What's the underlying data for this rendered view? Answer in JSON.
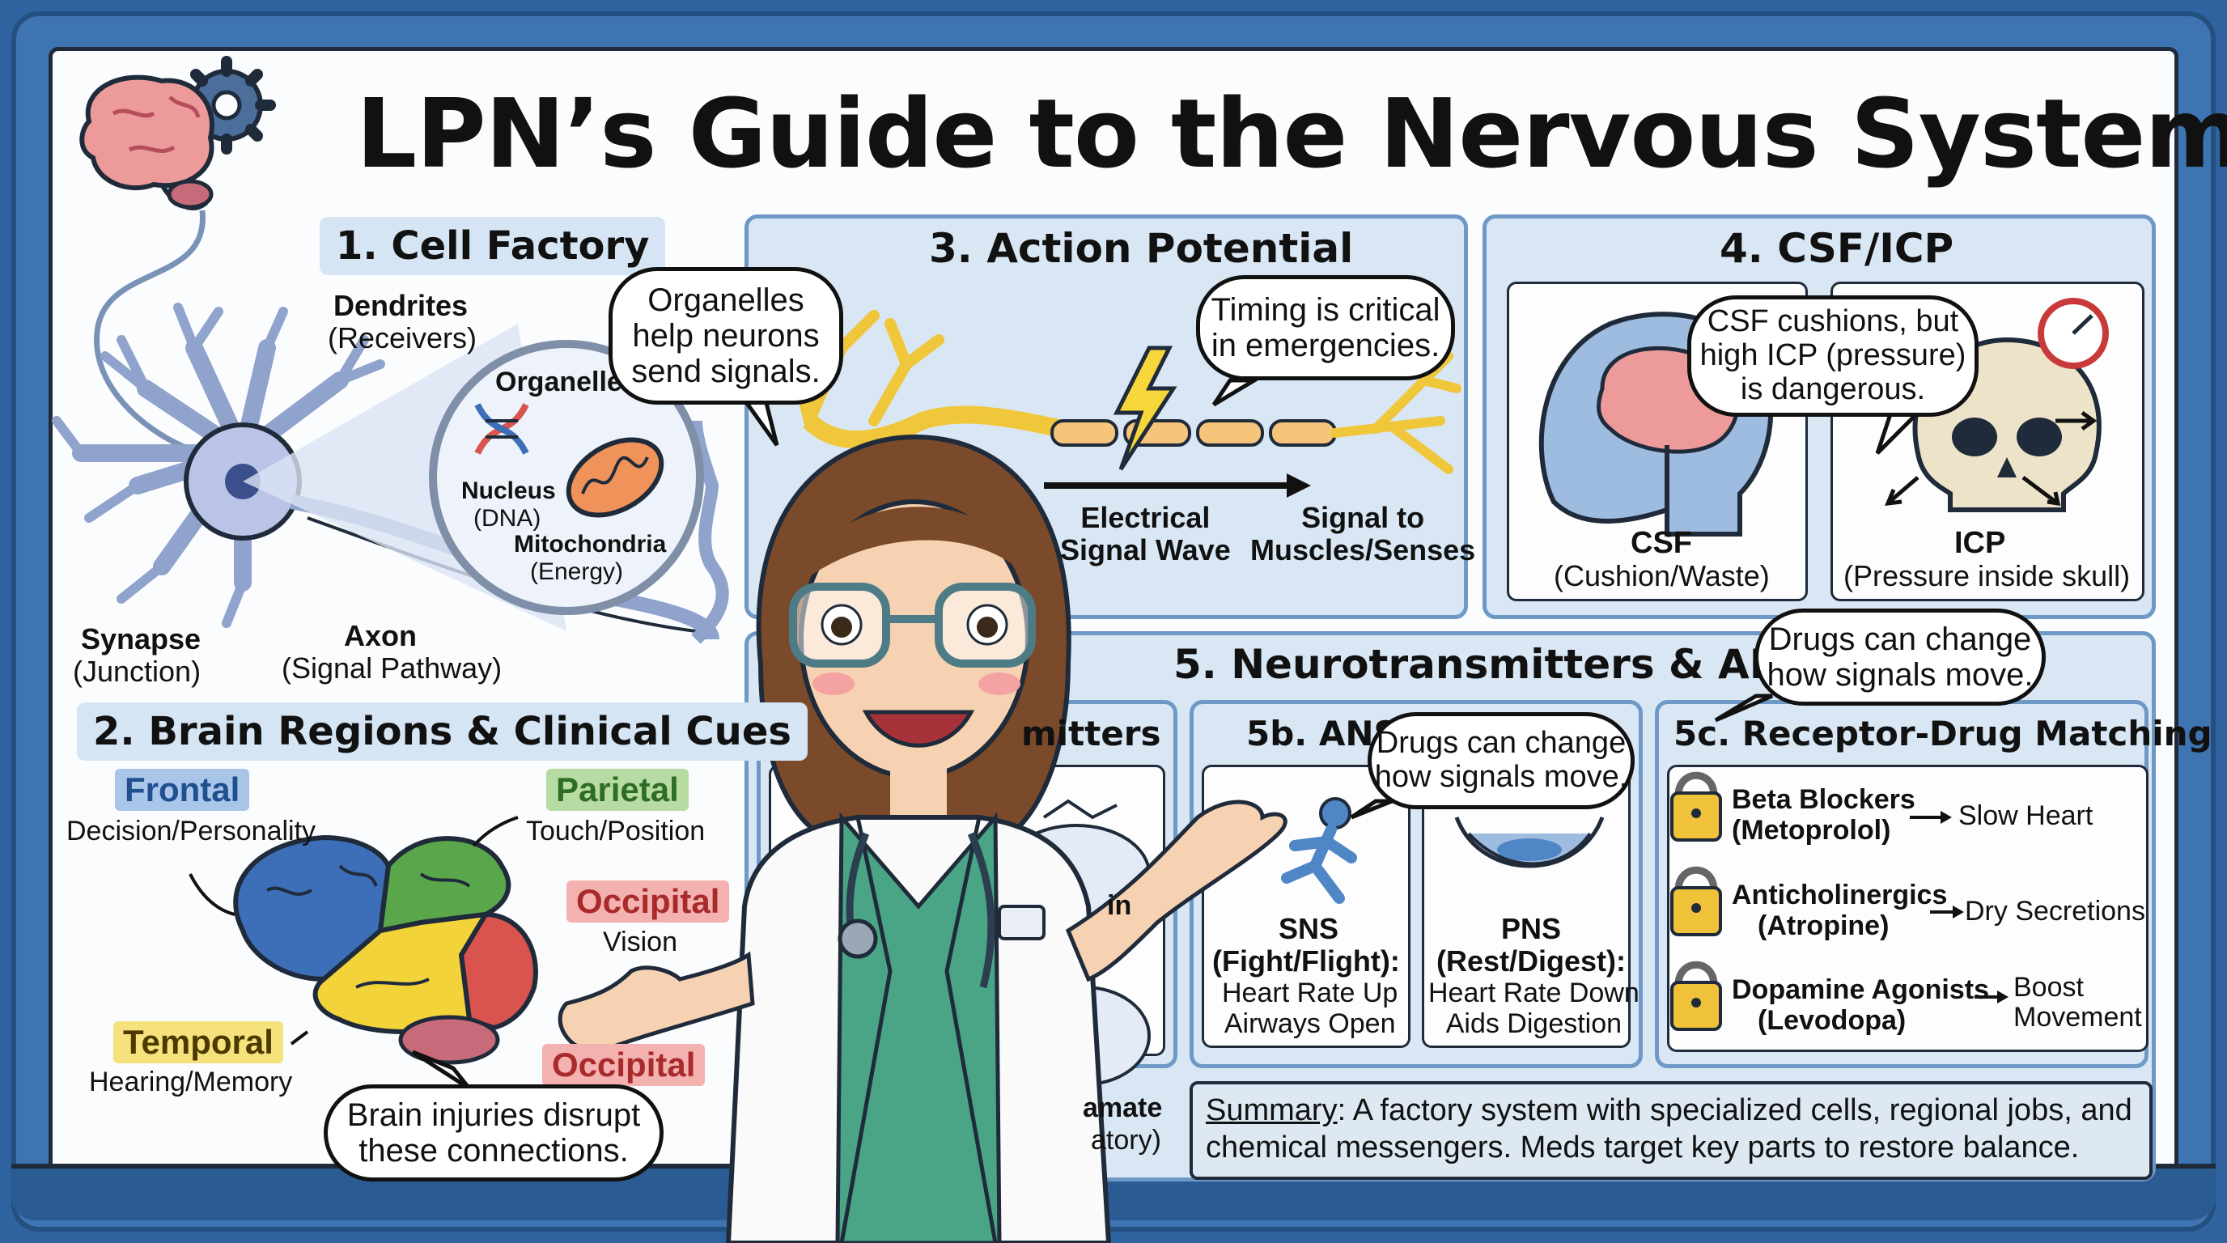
{
  "title": "LPN’s Guide to the Nervous System",
  "cell_factory": {
    "heading": "1. Cell Factory",
    "dendrites": "Dendrites",
    "dendrites_sub": "(Receivers)",
    "organelles": "Organelles",
    "nucleus": "Nucleus",
    "nucleus_sub": "(DNA)",
    "mitochondria": "Mitochondria",
    "mitochondria_sub": "(Energy)",
    "synapse": "Synapse",
    "synapse_sub": "(Junction)",
    "axon": "Axon",
    "axon_sub": "(Signal Pathway)",
    "bubble": "Organelles\nhelp neurons\nsend signals."
  },
  "brain_regions": {
    "heading": "2. Brain Regions & Clinical Cues",
    "frontal": "Frontal",
    "frontal_desc": "Decision/Personality",
    "parietal": "Parietal",
    "parietal_desc": "Touch/Position",
    "occipital": "Occipital",
    "occipital_desc": "Vision",
    "temporal": "Temporal",
    "temporal_desc": "Hearing/Memory",
    "occipital_lower": "Occipital",
    "bubble": "Brain injuries disrupt\nthese connections."
  },
  "action_potential": {
    "heading": "3. Action Potential",
    "bubble": "Timing is critical\nin emergencies.",
    "wave": "Electrical\nSignal Wave",
    "signal": "Signal to\nMuscles/Senses"
  },
  "csf_icp": {
    "heading": "4. CSF/ICP",
    "bubble": "CSF cushions, but\nhigh ICP (pressure)\nis dangerous.",
    "csf": "CSF",
    "csf_sub": "(Cushion/Waste)",
    "icp": "ICP",
    "icp_sub": "(Pressure inside skull)"
  },
  "neuro_ans": {
    "heading": "5. Neurotransmitters & ANS",
    "top_bubble": "Drugs can change\nhow signals move.",
    "sub_a_heading": "mitters",
    "sub_a_partial": "in",
    "sub_a_glut": "amate",
    "sub_a_glut_sub": "atory)",
    "sub_b_heading": "5b. ANS",
    "sub_b_bubble": "Drugs can change\nhow signals move.",
    "sns": "SNS",
    "sns_sub": "(Fight/Flight):",
    "sns_desc": "Heart Rate Up\nAirways Open",
    "pns": "PNS",
    "pns_sub": "(Rest/Digest):",
    "pns_desc": "Heart Rate Down\nAids Digestion",
    "sub_c_heading": "5c. Receptor-Drug Matching",
    "drugs": [
      {
        "name": "Beta Blockers",
        "example": "(Metoprolol)",
        "effect": "Slow Heart"
      },
      {
        "name": "Anticholinergics",
        "example": "(Atropine)",
        "effect": "Dry Secretions"
      },
      {
        "name": "Dopamine Agonists",
        "example": "(Levodopa)",
        "effect": "Boost\nMovement"
      }
    ]
  },
  "summary": {
    "label": "Summary",
    "text": ": A factory system with specialized cells, regional jobs, and chemical messengers. Meds target key parts to restore balance."
  },
  "colors": {
    "frontal": "#3d6fb8",
    "parietal": "#5aa64a",
    "occipital": "#d9534f",
    "temporal": "#f2d43a",
    "scrubs": "#4aa587",
    "panel_fill": "#d9e7f4",
    "frame": "#3f74b3"
  },
  "icons": [
    "brain-gear-icon",
    "neuron-icon",
    "dna-icon",
    "mitochondria-icon",
    "lightning-icon",
    "skull-icon",
    "gauge-icon",
    "head-profile-icon",
    "running-person-icon",
    "hammock-icon",
    "padlock-icon",
    "molecule-icon",
    "nurse-illustration"
  ]
}
